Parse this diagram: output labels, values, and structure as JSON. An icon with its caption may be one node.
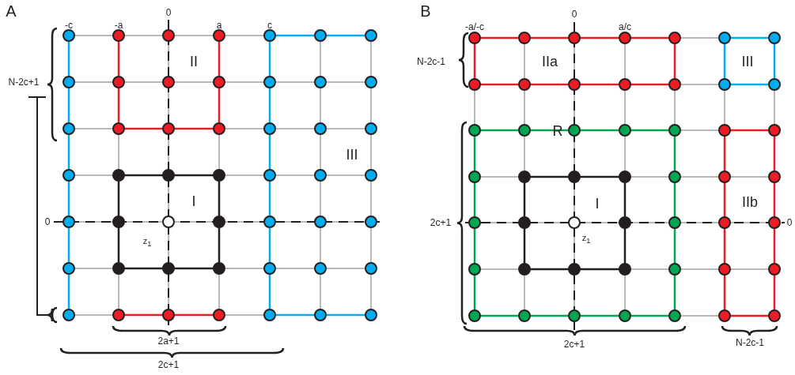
{
  "diagram": {
    "labels": [
      "A",
      "0",
      "-c",
      "-a",
      "a",
      "c",
      "II",
      "N-2c+1",
      "III",
      "I",
      "0",
      "z$_{1}$",
      "2a+1",
      "2c+1",
      "B",
      "0",
      "-a/-c",
      "a/c",
      "N-2c-1",
      "IIa",
      "III",
      "R",
      "I",
      "2c+1",
      "IIb",
      "0",
      "z$_{1}$",
      "2c+1",
      "N-2c-1"
    ]
  }
}
